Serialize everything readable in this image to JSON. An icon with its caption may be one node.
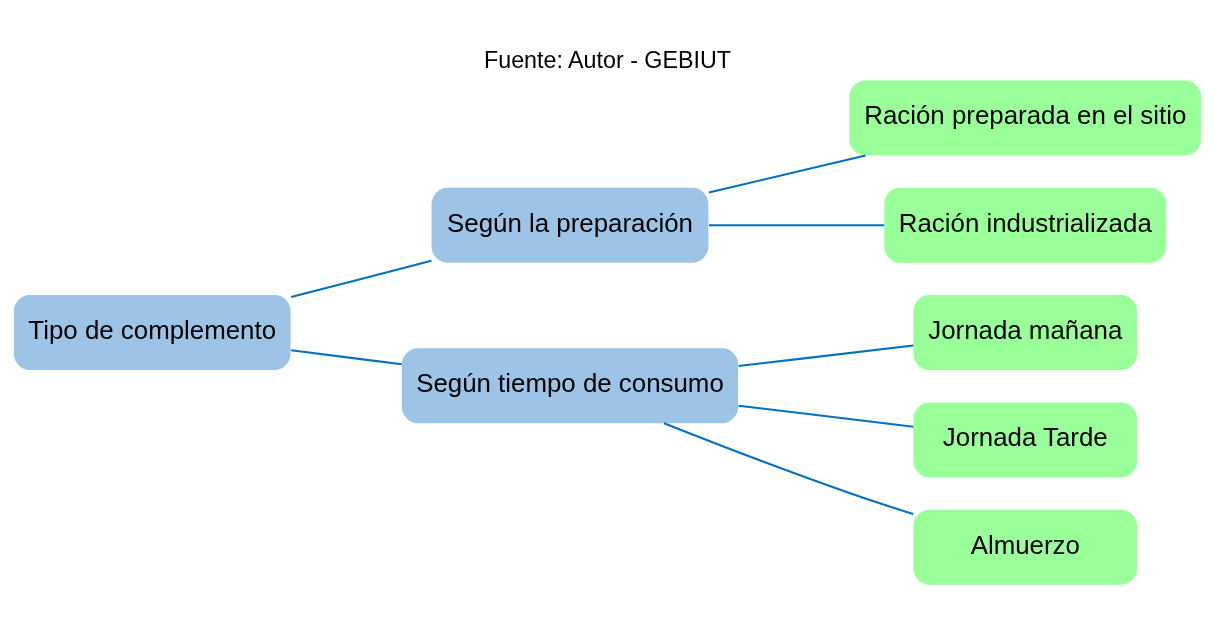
{
  "diagram": {
    "title": "Fuente: Autor - GEBIUT",
    "nodes": [
      {
        "text": [
          "Tipo de complemento"
        ]
      },
      {
        "text": [
          "Según la preparación"
        ]
      },
      {
        "text": [
          "Ración preparada en el sitio"
        ]
      },
      {
        "text": [
          "Ración industrializada"
        ]
      },
      {
        "text": [
          "Según tiempo de consumo"
        ]
      },
      {
        "text": [
          "Jornada mañana"
        ]
      },
      {
        "text": [
          "Jornada Tarde"
        ]
      },
      {
        "text": [
          "Almuerzo"
        ]
      }
    ],
    "edges": [
      {
        "from": 0,
        "to": 1,
        "arrow": "none"
      },
      {
        "from": 0,
        "to": 4,
        "arrow": "none"
      },
      {
        "from": 1,
        "to": 2,
        "arrow": "none"
      },
      {
        "from": 1,
        "to": 3,
        "arrow": "none"
      },
      {
        "from": 4,
        "to": 5,
        "arrow": "none"
      },
      {
        "from": 4,
        "to": 6,
        "arrow": "none"
      },
      {
        "from": 4,
        "to": 7,
        "arrow": "none"
      }
    ]
  }
}
